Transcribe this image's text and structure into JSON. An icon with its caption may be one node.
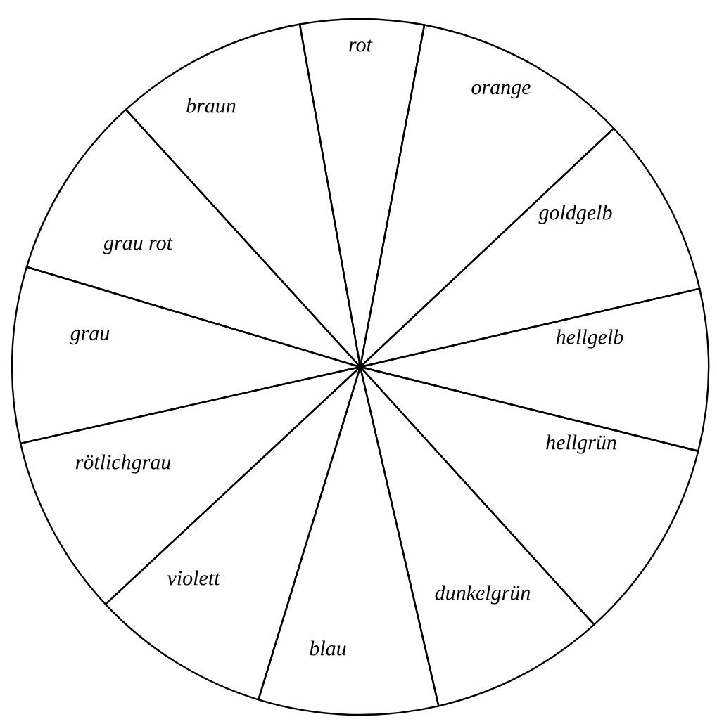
{
  "diagram": {
    "nodes": [
      {
        "text": [
          "rot"
        ]
      },
      {
        "text": [
          "orange"
        ]
      },
      {
        "text": [
          "goldgelb"
        ]
      },
      {
        "text": [
          "hellgelb"
        ]
      },
      {
        "text": [
          "hellgrün"
        ]
      },
      {
        "text": [
          "dunkelgrün"
        ]
      },
      {
        "text": [
          "blau"
        ]
      },
      {
        "text": [
          "violett"
        ]
      },
      {
        "text": [
          "rötlichgrau"
        ]
      },
      {
        "text": [
          "grau"
        ]
      },
      {
        "text": [
          "grau rot"
        ]
      },
      {
        "text": [
          "braun"
        ]
      }
    ]
  }
}
